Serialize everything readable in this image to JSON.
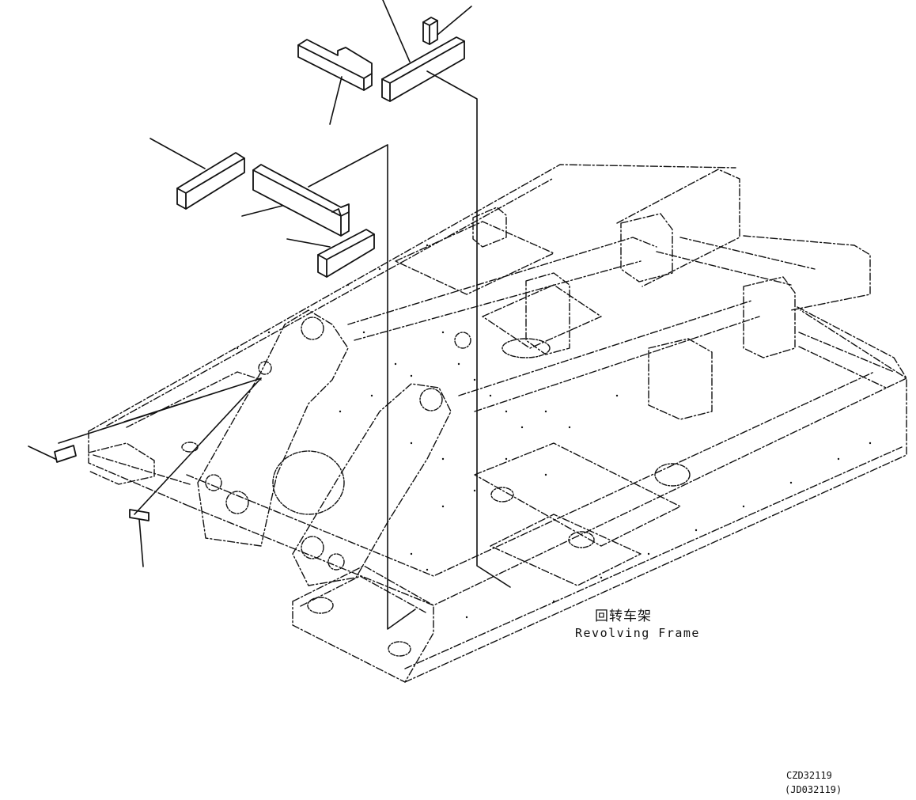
{
  "part_label": {
    "chinese": "回转车架",
    "english": "Revolving Frame"
  },
  "drawing_codes": {
    "primary": "CZD32119",
    "secondary": "(JD032119)"
  },
  "colors": {
    "line": "#111111",
    "background": "#ffffff"
  }
}
